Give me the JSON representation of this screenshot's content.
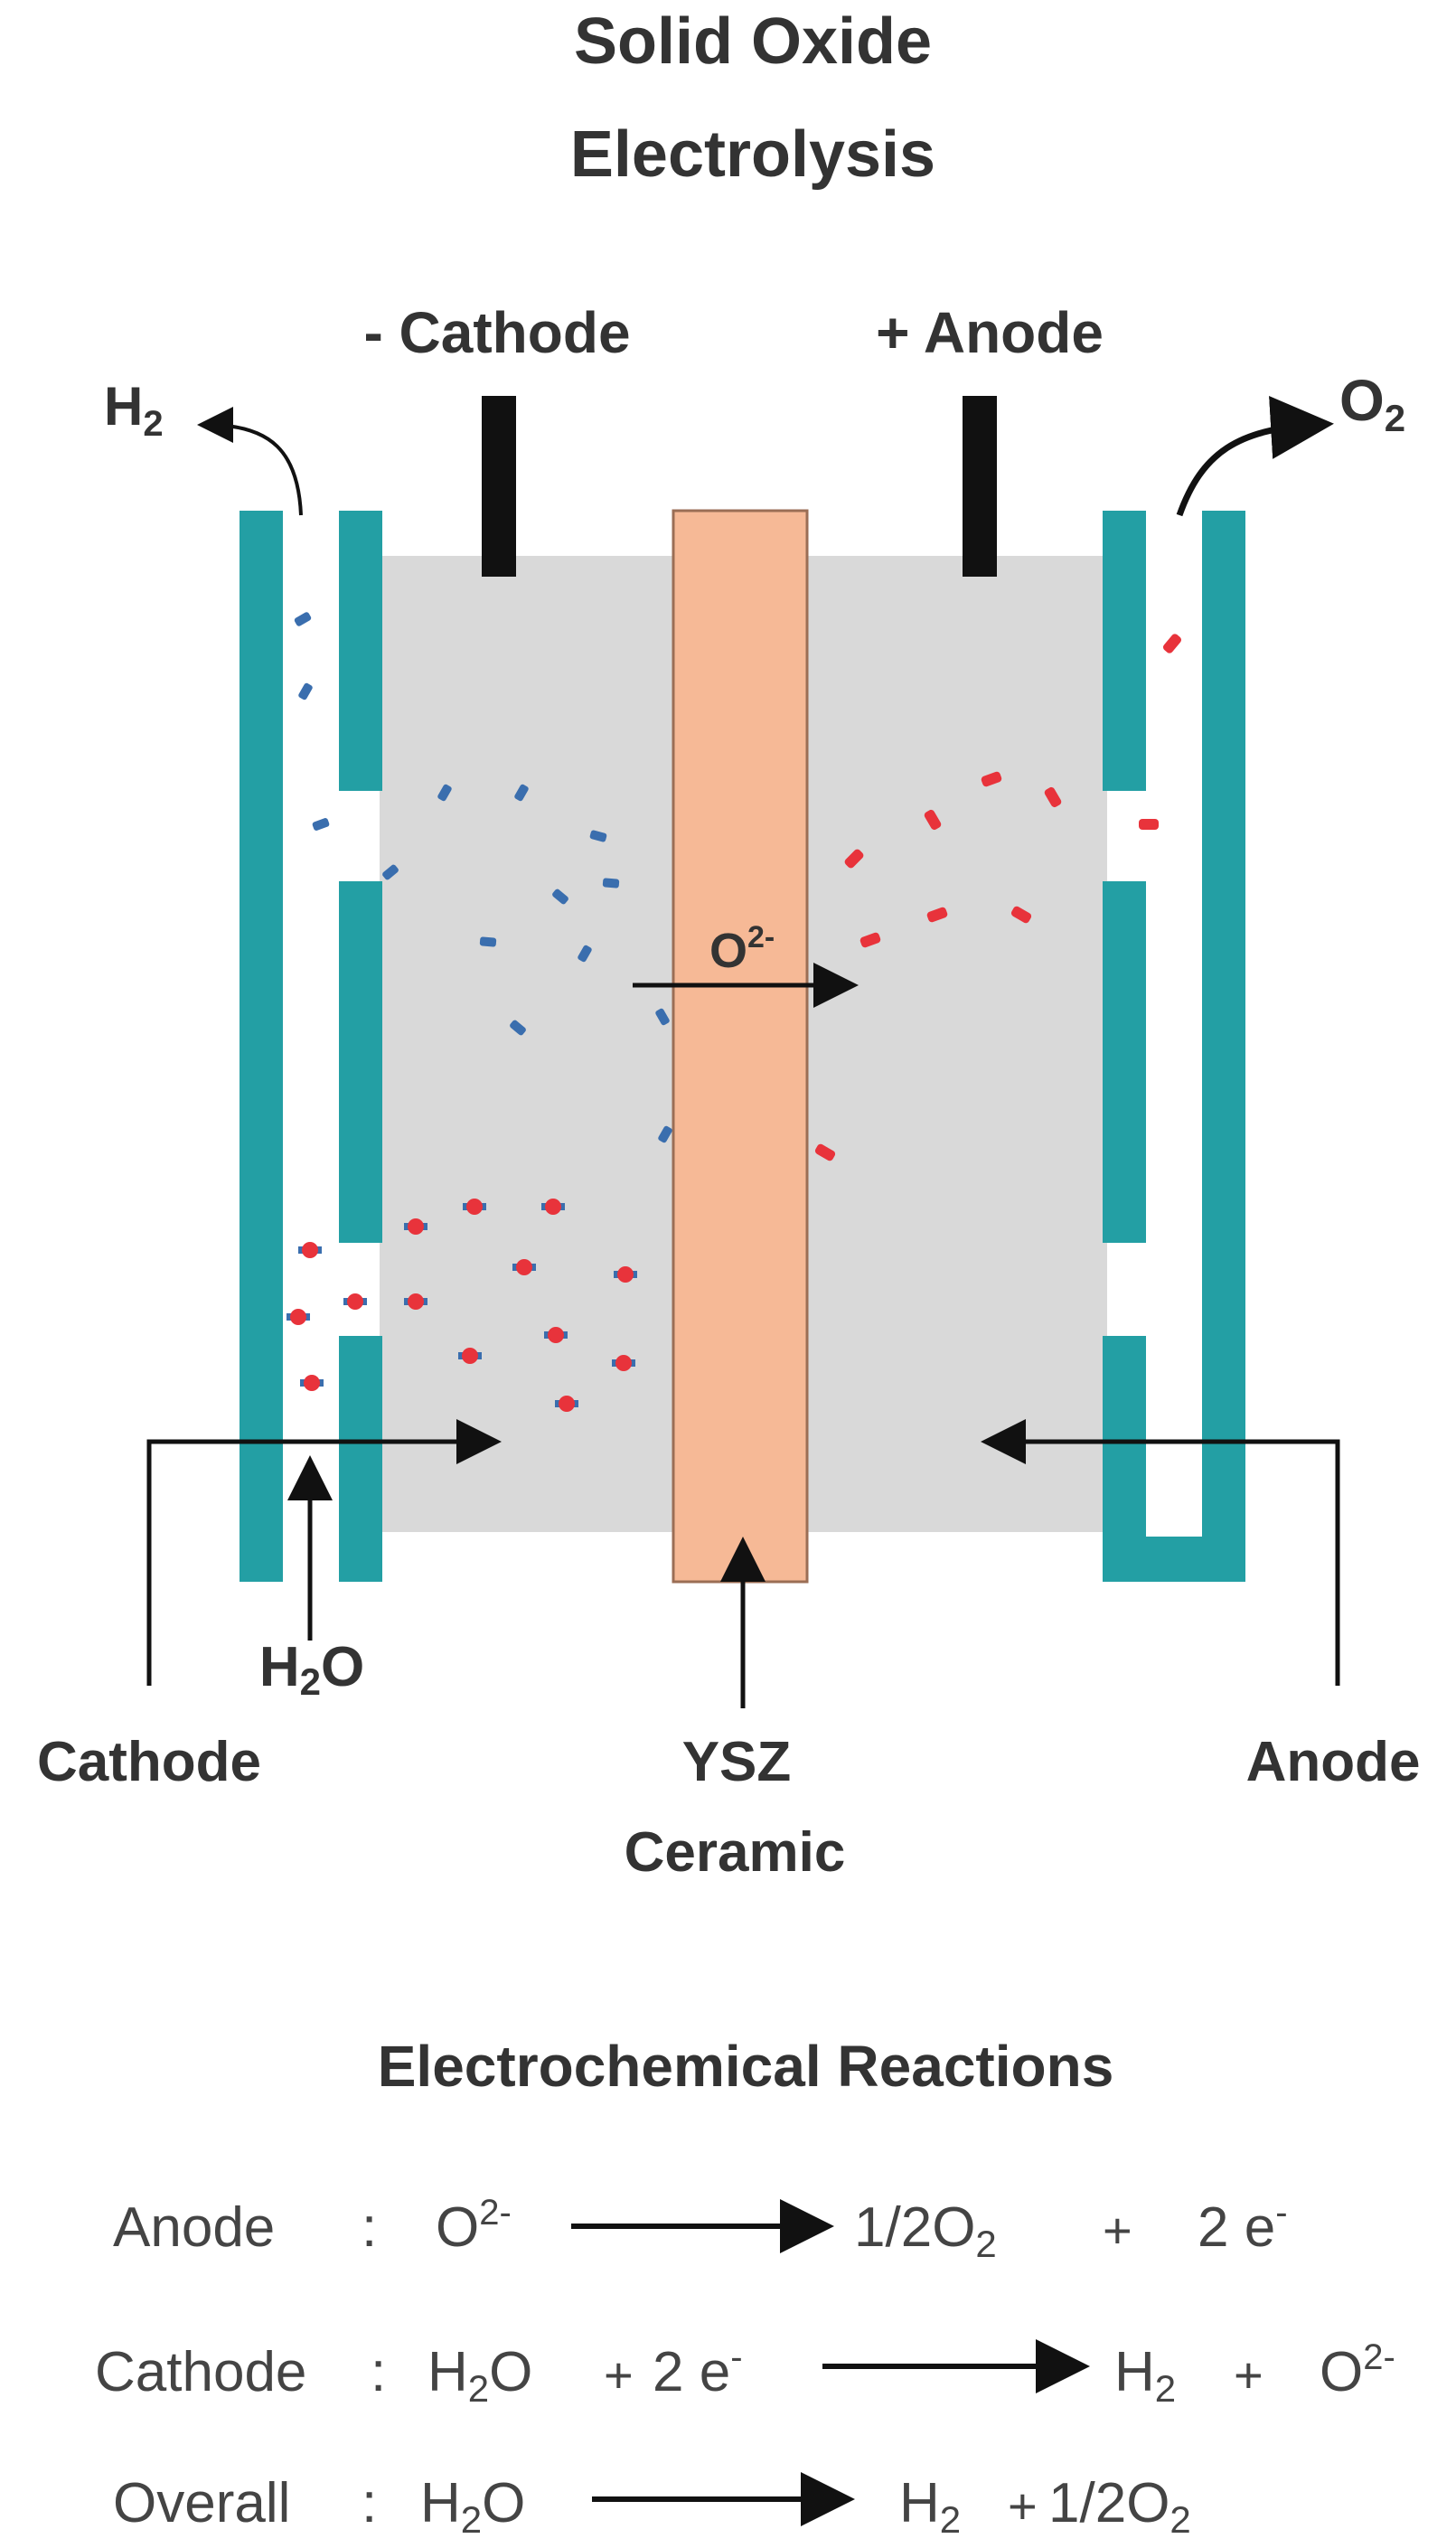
{
  "title": {
    "line1": "Solid Oxide",
    "line2": "Electrolysis"
  },
  "terminals": {
    "cathode": "- Cathode",
    "anode": "+ Anode"
  },
  "gases": {
    "h2": {
      "base": "H",
      "sub": "2"
    },
    "o2": {
      "base": "O",
      "sub": "2"
    },
    "h2o": {
      "base1": "H",
      "sub": "2",
      "base2": "O"
    },
    "ion": {
      "base": "O",
      "sup": "2-"
    }
  },
  "labels": {
    "cathode": "Cathode",
    "anode": "Anode",
    "ysz_line1": "YSZ",
    "ysz_line2": "Ceramic"
  },
  "reactions": {
    "heading": "Electrochemical Reactions",
    "anode": {
      "label": "Anode",
      "sep": ":",
      "reactant": "O",
      "reactant_sup": "2-",
      "product1": "1/2O",
      "product1_sub": "2",
      "plus": "+",
      "product2": "2 e",
      "product2_sup": "-"
    },
    "cathode": {
      "label": "Cathode",
      "sep": ":",
      "reactant1": "H",
      "reactant1_sub": "2",
      "reactant1b": "O",
      "plus1": "+",
      "reactant2": "2 e",
      "reactant2_sup": "-",
      "product1": "H",
      "product1_sub": "2",
      "plus2": "+",
      "product2": "O",
      "product2_sup": "2-"
    },
    "overall": {
      "label": "Overall",
      "sep": ":",
      "reactant": "H",
      "reactant_sub": "2",
      "reactantb": "O",
      "product1": "H",
      "product1_sub": "2",
      "plus": "+",
      "product2": "1/2O",
      "product2_sub": "2"
    }
  },
  "colors": {
    "teal": "#239FA4",
    "cell_gray": "#D9D9D9",
    "ysz": "#F6B996",
    "h2_blue": "#3A6EAE",
    "o_red": "#E8333B",
    "black": "#111111"
  },
  "icons": {
    "arrow": "arrow-icon"
  }
}
